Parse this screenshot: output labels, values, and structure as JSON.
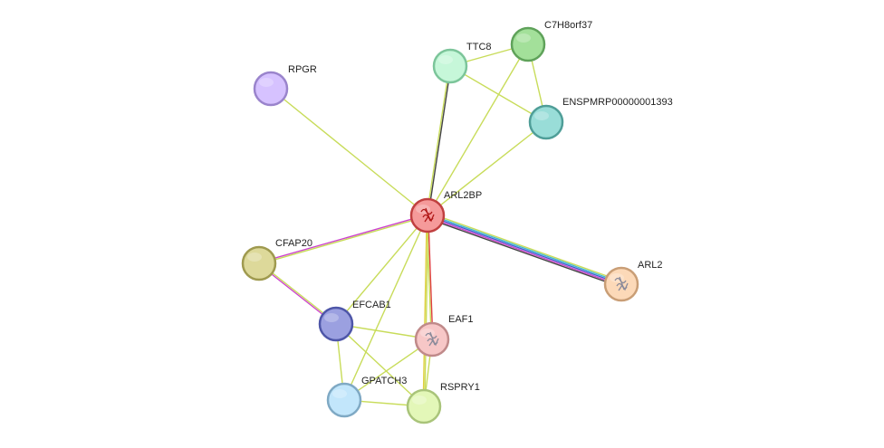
{
  "nodes": [
    {
      "id": "ARL2BP",
      "label": "ARL2BP",
      "fill": "#f59a9a",
      "stroke": "#c04040",
      "structure_icon": "protein-structure-icon-red"
    },
    {
      "id": "TTC8",
      "label": "TTC8",
      "fill": "#c6f7d9",
      "stroke": "#7cc59a"
    },
    {
      "id": "C7H8orf37",
      "label": "C7H8orf37",
      "fill": "#a3e09a",
      "stroke": "#5fa25a"
    },
    {
      "id": "ENSPMRP00000001393",
      "label": "ENSPMRP00000001393",
      "fill": "#99ddd8",
      "stroke": "#4f9e98"
    },
    {
      "id": "RPGR",
      "label": "RPGR",
      "fill": "#d6c2ff",
      "stroke": "#9a84cc"
    },
    {
      "id": "CFAP20",
      "label": "CFAP20",
      "fill": "#ddd99a",
      "stroke": "#9f9a4f"
    },
    {
      "id": "EFCAB1",
      "label": "EFCAB1",
      "fill": "#9ba0e0",
      "stroke": "#4e56a8"
    },
    {
      "id": "EAF1",
      "label": "EAF1",
      "fill": "#f7c7c7",
      "stroke": "#c08a8a",
      "structure_icon": "protein-structure-icon-gray"
    },
    {
      "id": "ARL2",
      "label": "ARL2",
      "fill": "#fcd9b8",
      "stroke": "#c99e76",
      "structure_icon": "protein-structure-icon-gray"
    },
    {
      "id": "GPATCH3",
      "label": "GPATCH3",
      "fill": "#c2e6fb",
      "stroke": "#7fa9c4"
    },
    {
      "id": "RSPRY1",
      "label": "RSPRY1",
      "fill": "#e3f7b8",
      "stroke": "#a9c47a"
    }
  ],
  "edges": [
    {
      "source": "ARL2BP",
      "target": "TTC8",
      "colors": [
        "#c8dc5a",
        "#444444"
      ]
    },
    {
      "source": "ARL2BP",
      "target": "C7H8orf37",
      "colors": [
        "#c8dc5a"
      ]
    },
    {
      "source": "ARL2BP",
      "target": "ENSPMRP00000001393",
      "colors": [
        "#c8dc5a"
      ]
    },
    {
      "source": "ARL2BP",
      "target": "RPGR",
      "colors": [
        "#c8dc5a"
      ]
    },
    {
      "source": "ARL2BP",
      "target": "CFAP20",
      "colors": [
        "#c8dc5a",
        "#cc44cc"
      ]
    },
    {
      "source": "ARL2BP",
      "target": "EFCAB1",
      "colors": [
        "#c8dc5a"
      ]
    },
    {
      "source": "ARL2BP",
      "target": "EAF1",
      "colors": [
        "#e04040",
        "#c8dc5a"
      ]
    },
    {
      "source": "ARL2BP",
      "target": "RSPRY1",
      "colors": [
        "#c8dc5a",
        "#e0d040"
      ]
    },
    {
      "source": "ARL2BP",
      "target": "GPATCH3",
      "colors": [
        "#c8dc5a"
      ]
    },
    {
      "source": "ARL2BP",
      "target": "ARL2",
      "colors": [
        "#c8dc5a",
        "#40b8d0",
        "#4060d0",
        "#cc44cc",
        "#444444"
      ]
    },
    {
      "source": "TTC8",
      "target": "C7H8orf37",
      "colors": [
        "#c8dc5a"
      ]
    },
    {
      "source": "TTC8",
      "target": "ENSPMRP00000001393",
      "colors": [
        "#c8dc5a"
      ]
    },
    {
      "source": "C7H8orf37",
      "target": "ENSPMRP00000001393",
      "colors": [
        "#c8dc5a"
      ]
    },
    {
      "source": "CFAP20",
      "target": "EFCAB1",
      "colors": [
        "#c8dc5a",
        "#cc44cc"
      ]
    },
    {
      "source": "EFCAB1",
      "target": "EAF1",
      "colors": [
        "#c8dc5a"
      ]
    },
    {
      "source": "EFCAB1",
      "target": "GPATCH3",
      "colors": [
        "#c8dc5a"
      ]
    },
    {
      "source": "EFCAB1",
      "target": "RSPRY1",
      "colors": [
        "#c8dc5a"
      ]
    },
    {
      "source": "EAF1",
      "target": "GPATCH3",
      "colors": [
        "#c8dc5a"
      ]
    },
    {
      "source": "EAF1",
      "target": "RSPRY1",
      "colors": [
        "#c8dc5a"
      ]
    },
    {
      "source": "GPATCH3",
      "target": "RSPRY1",
      "colors": [
        "#c8dc5a"
      ]
    }
  ]
}
